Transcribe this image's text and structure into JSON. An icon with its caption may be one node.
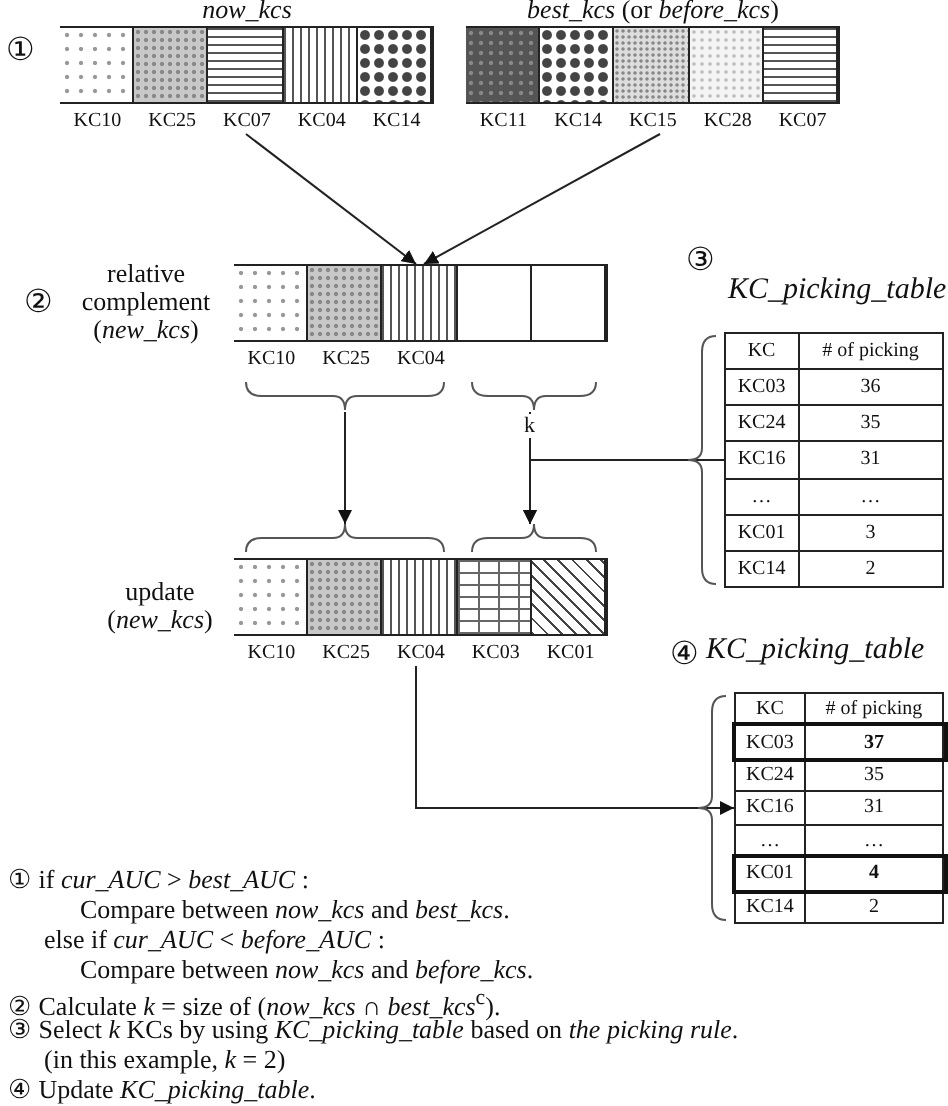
{
  "diagram": {
    "nodes": [
      {
        "text": [
          "now_kcs"
        ]
      },
      {
        "text": [],
        "shape": "box",
        "in": 0,
        "beside": [
          "KC10"
        ]
      },
      {
        "text": [],
        "shape": "box",
        "in": 0,
        "beside": [
          "KC25"
        ]
      },
      {
        "text": [],
        "shape": "box",
        "in": 0,
        "beside": [
          "KC07"
        ]
      },
      {
        "text": [],
        "shape": "box",
        "in": 0,
        "beside": [
          "KC04"
        ]
      },
      {
        "text": [],
        "shape": "box",
        "in": 0,
        "beside": [
          "KC14"
        ]
      },
      {
        "text": [
          "*best_kcs* (or *before_kcs*)"
        ]
      },
      {
        "text": [],
        "shape": "box",
        "in": 6,
        "beside": [
          "KC11"
        ]
      },
      {
        "text": [],
        "shape": "box",
        "in": 6,
        "beside": [
          "KC14"
        ]
      },
      {
        "text": [],
        "shape": "box",
        "in": 6,
        "beside": [
          "KC15"
        ]
      },
      {
        "text": [],
        "shape": "box",
        "in": 6,
        "beside": [
          "KC28"
        ]
      },
      {
        "text": [],
        "shape": "box",
        "in": 6,
        "beside": [
          "KC07"
        ]
      },
      {
        "text": [
          "relative complement (*new_kcs*)"
        ]
      },
      {
        "text": [],
        "shape": "box",
        "in": 12,
        "beside": [
          "KC10"
        ]
      },
      {
        "text": [],
        "shape": "box",
        "in": 12,
        "beside": [
          "KC25"
        ]
      },
      {
        "text": [],
        "shape": "box",
        "in": 12,
        "beside": [
          "KC04"
        ]
      },
      {
        "text": [],
        "shape": "box",
        "in": 12
      },
      {
        "text": [],
        "shape": "box",
        "in": 12
      },
      {
        "text": [
          "update (*new_kcs*)"
        ]
      },
      {
        "text": [],
        "shape": "box",
        "in": 18,
        "beside": [
          "KC10"
        ]
      },
      {
        "text": [],
        "shape": "box",
        "in": 18,
        "beside": [
          "KC25"
        ]
      },
      {
        "text": [],
        "shape": "box",
        "in": 18,
        "beside": [
          "KC04"
        ]
      },
      {
        "text": [],
        "shape": "box",
        "in": 18,
        "beside": [
          "KC03"
        ]
      },
      {
        "text": [],
        "shape": "box",
        "in": 18,
        "beside": [
          "KC01"
        ]
      },
      {
        "text": [
          "KC_picking_table",
          "KC",
          "# of picking",
          "KC03",
          "36",
          "KC24",
          "35",
          "KC16",
          "31",
          "…",
          "…",
          "KC01",
          "3",
          "KC14",
          "2"
        ]
      },
      {
        "text": [
          "KC_picking_table",
          "KC",
          "# of picking",
          "KC03",
          "37",
          "KC24",
          "35",
          "KC16",
          "31",
          "…",
          "…",
          "KC01",
          "4",
          "KC14",
          "2"
        ]
      }
    ],
    "edges": [
      {
        "from": 3,
        "to": 12,
        "arrow": "to"
      },
      {
        "from": 9,
        "to": 12,
        "arrow": "to"
      },
      {
        "from": 12,
        "to": 18,
        "arrow": "to"
      },
      {
        "from": 12,
        "to": 18,
        "arrow": "to",
        "label": "k"
      },
      {
        "from": 24,
        "to": 18,
        "arrow": "to"
      },
      {
        "from": 21,
        "to": 25,
        "arrow": "to"
      }
    ],
    "labels": [
      "①",
      "②",
      "③",
      "④",
      "① if *cur_AUC* > *best_AUC* :",
      "Compare between *now_kcs* and *best_kcs*.",
      "else if *cur_AUC* < *before_AUC* :",
      "Compare between *now_kcs* and *before_kcs*.",
      "② Calculate *k* = size of (*now_kcs* ∩ *best_kcs*$^{c}$).",
      "③ Select *k* KCs by using *KC_picking_table* based on *the picking rule*.",
      "(in this example, *k* = 2)",
      "④ Update *KC_picking_table*."
    ]
  }
}
